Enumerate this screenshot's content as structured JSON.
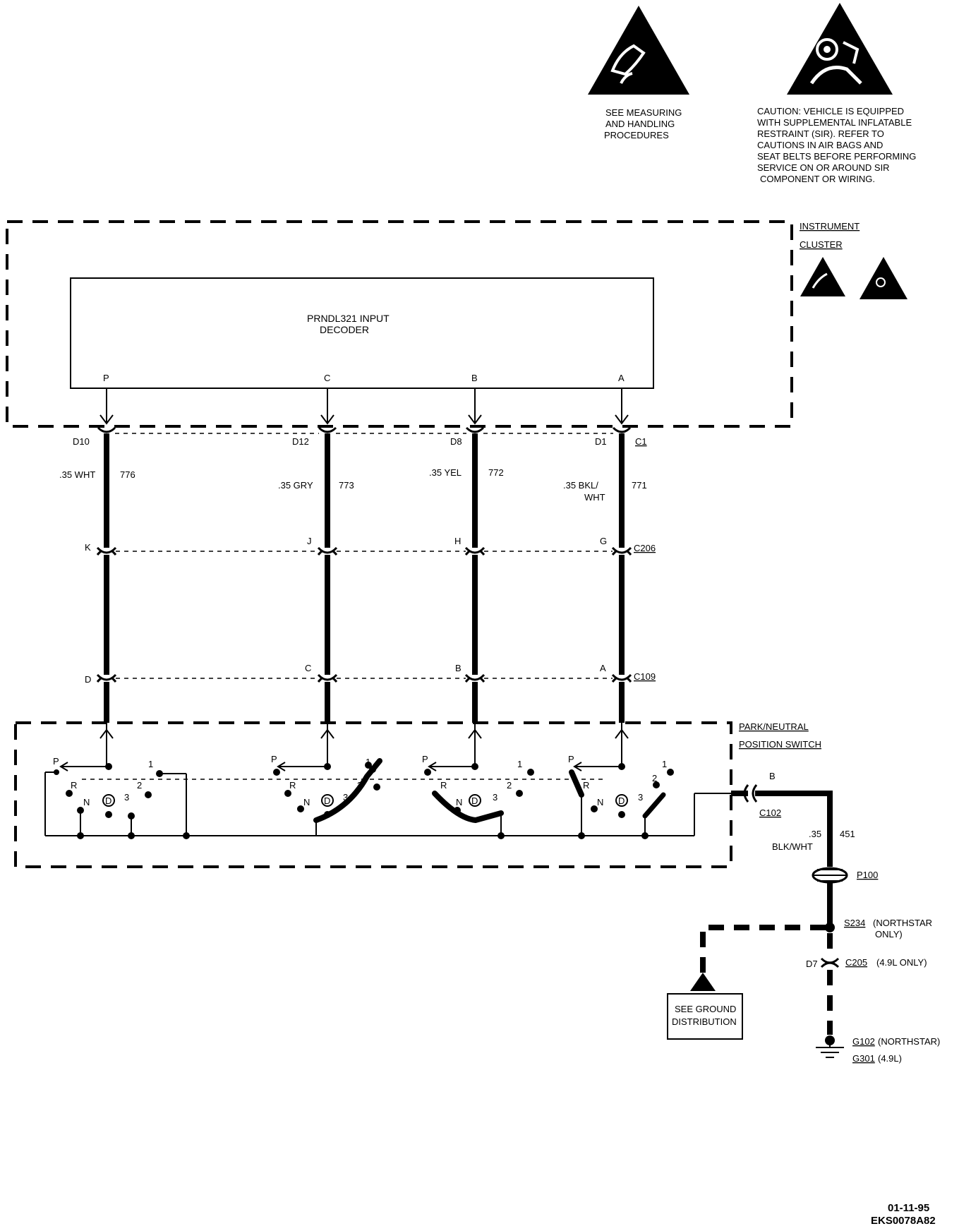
{
  "warnings": {
    "esd_text": [
      "SEE MEASURING",
      "AND HANDLING",
      "PROCEDURES"
    ],
    "sir_text": [
      "CAUTION: VEHICLE IS EQUIPPED",
      "WITH SUPPLEMENTAL INFLATABLE",
      "RESTRAINT (SIR). REFER TO",
      "CAUTIONS IN AIR BAGS AND",
      "SEAT BELTS BEFORE PERFORMING",
      "SERVICE ON OR AROUND SIR",
      "COMPONENT OR WIRING."
    ]
  },
  "instrument_cluster": {
    "label_line1": "INSTRUMENT",
    "label_line2": "CLUSTER",
    "decoder_line1": "PRNDL321 INPUT",
    "decoder_line2": "DECODER",
    "pins": [
      "P",
      "C",
      "B",
      "A"
    ]
  },
  "circuits": [
    {
      "cavity": "D10",
      "wire": ".35 WHT",
      "circuit": "776",
      "c206": "K",
      "c109": "D"
    },
    {
      "cavity": "D12",
      "wire": ".35 GRY",
      "circuit": "773",
      "c206": "J",
      "c109": "C"
    },
    {
      "cavity": "D8",
      "wire": ".35 YEL",
      "circuit": "772",
      "c206": "H",
      "c109": "B"
    },
    {
      "cavity": "D1",
      "wire_line1": ".35 BKL/",
      "wire_line2": "WHT",
      "circuit": "771",
      "c206": "G",
      "c109": "A"
    }
  ],
  "connectors": {
    "c1": "C1",
    "c206": "C206",
    "c109": "C109",
    "c102": "C102",
    "c102_pin": "B",
    "p100": "P100",
    "s234": "S234",
    "s234_note_line1": "(NORTHSTAR",
    "s234_note_line2": "ONLY)",
    "c205": "C205",
    "c205_note": "(4.9L ONLY)",
    "c205_pin": "D7",
    "g102": "G102",
    "g102_note": "(NORTHSTAR)",
    "g301": "G301",
    "g301_note": "(4.9L)"
  },
  "switch": {
    "label_line1": "PARK/NEUTRAL",
    "label_line2": "POSITION SWITCH",
    "positions": [
      "P",
      "R",
      "N",
      "D",
      "3",
      "2",
      "1"
    ]
  },
  "ground_wire": {
    "gauge": ".35",
    "circuit": "451",
    "color": "BLK/WHT"
  },
  "ground_box": {
    "line1": "SEE GROUND",
    "line2": "DISTRIBUTION"
  },
  "footer": {
    "date": "01-11-95",
    "code": "EKS0078A82"
  }
}
